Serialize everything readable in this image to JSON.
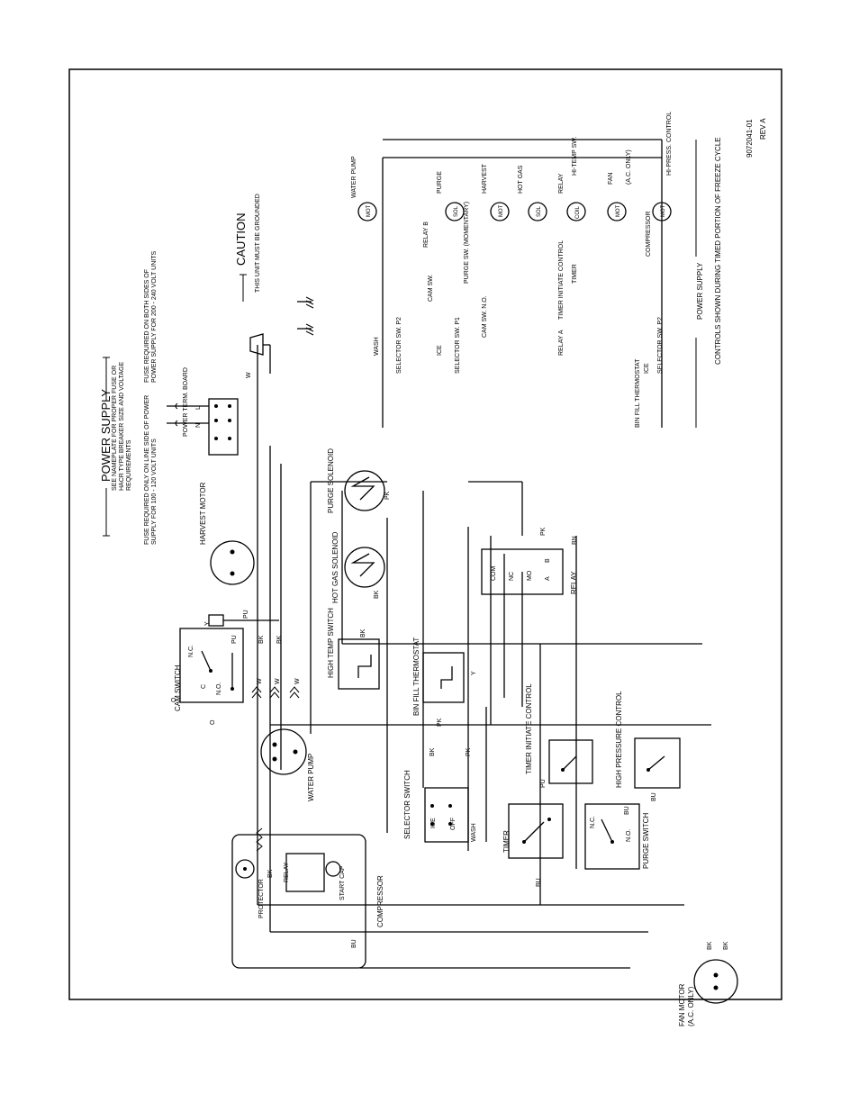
{
  "doc": {
    "drawing_number": "9072041-01",
    "revision": "REV A"
  },
  "labels": {
    "cam_switch": "CAM SWITCH",
    "nc": "N.C.",
    "no": "N.O.",
    "c": "C",
    "harvest_motor": "HARVEST MOTOR",
    "water_pump": "WATER PUMP",
    "selector_switch": "SELECTOR SWITCH",
    "ice": "ICE",
    "off": "OFF",
    "wash": "WASH",
    "timer": "TIMER",
    "purge_switch": "PURGE SWITCH",
    "timer_initiate_control": "TIMER INITIATE CONTROL",
    "high_pressure_control": "HIGH PRESSURE CONTROL",
    "high_temp_switch": "HIGH TEMP SWITCH",
    "bin_fill_thermostat": "BIN FILL THERMOSTAT",
    "hot_gas_solenoid": "HOT GAS SOLENOID",
    "purge_solenoid": "PURGE SOLENOID",
    "relay": "RELAY",
    "com": "COM",
    "nc_relay": "NC",
    "mo": "MO",
    "a": "A",
    "b": "B",
    "power_term_board": "POWER TERM. BOARD",
    "power_supply": "POWER SUPPLY",
    "ps_note": "SEE NAMEPLATE FOR PROPER FUSE OR HACR TYPE BREAKER SIZE AND VOLTAGE REQUIREMENTS",
    "fuse_note_1": "FUSE REQUIRED ONLY ON LINE SIDE OF POWER SUPPLY FOR 100 - 120 VOLT UNITS",
    "fuse_note_2": "FUSE REQUIRED ON BOTH SIDES OF POWER SUPPLY FOR 200 - 240 VOLT UNITS",
    "caution": "CAUTION",
    "caution_note": "THIS UNIT MUST BE GROUNDED",
    "compressor": "COMPRESSOR",
    "protector": "PROTECTOR",
    "start_cap": "START CAP",
    "fan_motor": "FAN MOTOR",
    "ac_only": "(A.C. ONLY)",
    "ladder_water_pump": "WATER PUMP",
    "ladder_relay_b": "RELAY B",
    "ladder_purge": "PURGE",
    "ladder_harvest": "HARVEST",
    "ladder_hot_gas": "HOT GAS",
    "ladder_relay": "RELAY",
    "ladder_fan": "FAN",
    "ladder_ac_only": "(A.C. ONLY)",
    "ladder_compressor": "COMPRESSOR",
    "ladder_wash": "WASH",
    "ladder_selector_p2": "SELECTOR SW. P2",
    "ladder_ice": "ICE",
    "ladder_selector_p1": "SELECTOR SW. P1",
    "ladder_cam_sw": "CAM SW.",
    "ladder_cam_sw_no": "CAM SW. N.O.",
    "ladder_purge_sw": "PURGE SW. (MOMENTARY)",
    "ladder_timer_initiate": "TIMER INITIATE CONTROL",
    "ladder_relay_a": "RELAY A",
    "ladder_timer": "TIMER",
    "ladder_hi_temp": "HI-TEMP SW.",
    "ladder_hi_press": "HI-PRESS. CONTROL",
    "ladder_bin_fill": "BIN FILL THERMOSTAT",
    "ladder_ice2": "ICE",
    "ladder_selector_p2b": "SELECTOR SW. P2",
    "ladder_power_supply": "POWER SUPPLY",
    "ladder_controls_note": "CONTROLS SHOWN DURING TIMED PORTION OF FREEZE CYCLE",
    "mot": "MOT",
    "sol": "SOL",
    "coil": "COIL",
    "nc_short": "N.C.",
    "no_short": "N.O.",
    "c_short": "C"
  },
  "wire_codes": {
    "bk": "BK",
    "w": "W",
    "pu": "PU",
    "pk": "PK",
    "bu": "BU",
    "y": "Y",
    "bn": "BN",
    "o": "O",
    "l": "L",
    "n": "N"
  }
}
